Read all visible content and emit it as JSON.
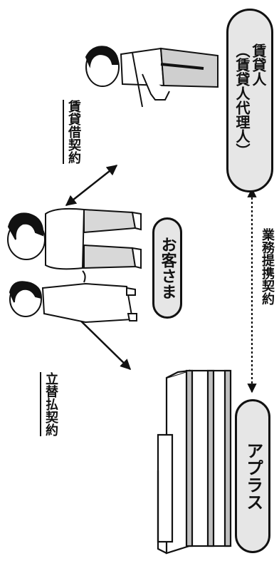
{
  "labels": {
    "lessor_line1": "賃貸人",
    "lessor_line2": "（賃貸人代理人）",
    "customer": "お客さま",
    "aplus": "アプラス",
    "lease_contract": "賃貸借契約",
    "advance_payment_contract": "立替払契約",
    "business_alliance_contract": "業務提携契約"
  }
}
